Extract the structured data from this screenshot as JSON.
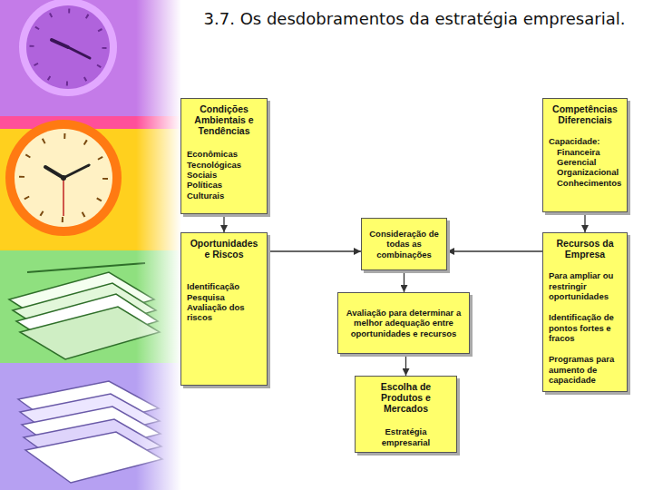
{
  "diagram": {
    "title": "3.7. Os desdobramentos da estratégia empresarial.",
    "nodes": [
      {
        "text": [
          "Condições Ambientais e Tendências",
          "Econômicas Tecnológicas Sociais Políticas Culturais"
        ]
      },
      {
        "text": [
          "Competências Diferenciais",
          "Capacidade:",
          "Financeira Gerencial Organizacional Conhecimentos"
        ]
      },
      {
        "text": [
          "Oportunidades e Riscos",
          "Identificação Pesquisa Avaliação dos riscos"
        ]
      },
      {
        "text": [
          "Consideração de todas as combinações"
        ]
      },
      {
        "text": [
          "Recursos da Empresa",
          "Para ampliar ou restringir oportunidades",
          "Identificação de pontos fortes e fracos",
          "Programas para aumento de capacidade"
        ]
      },
      {
        "text": [
          "Avaliação para determinar a melhor adequação entre oportunidades e recursos"
        ]
      },
      {
        "text": [
          "Escolha de Produtos e Mercados",
          "Estratégia empresarial"
        ]
      }
    ],
    "edges": [
      {
        "from": 0,
        "to": 2,
        "arrow": "to"
      },
      {
        "from": 1,
        "to": 4,
        "arrow": "to"
      },
      {
        "from": 2,
        "to": 3,
        "arrow": "to"
      },
      {
        "from": 4,
        "to": 3,
        "arrow": "to"
      },
      {
        "from": 3,
        "to": 5,
        "arrow": "to"
      },
      {
        "from": 5,
        "to": 6,
        "arrow": "to"
      }
    ]
  }
}
